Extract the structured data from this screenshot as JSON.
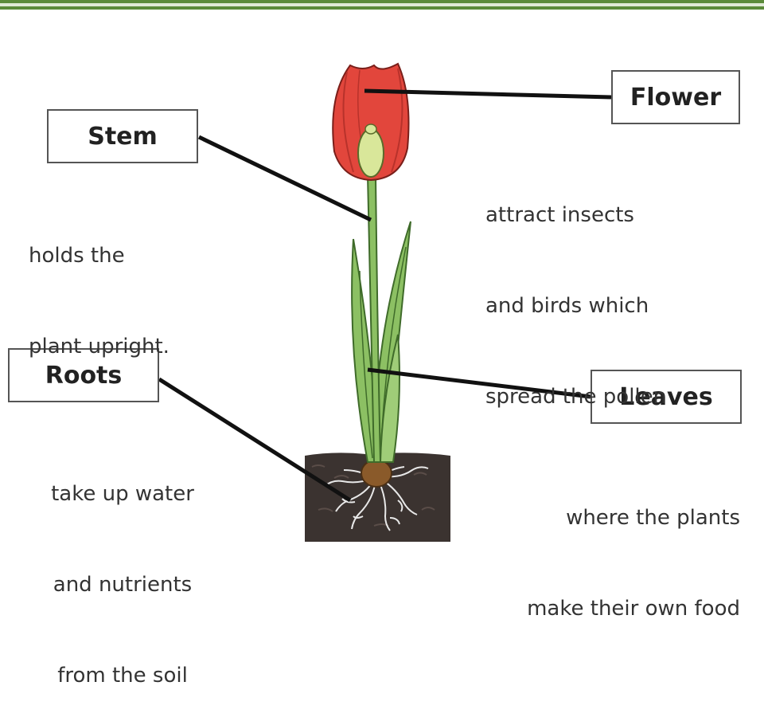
{
  "parts": [
    {
      "id": "flower",
      "label": "Flower",
      "description": [
        "attract insects",
        "and birds which",
        "spread the pollen"
      ]
    },
    {
      "id": "stem",
      "label": "Stem",
      "description": [
        "holds the",
        "plant upright."
      ]
    },
    {
      "id": "roots",
      "label": "Roots",
      "description": [
        "take up water",
        "and nutrients",
        "from the soil"
      ]
    },
    {
      "id": "leaves",
      "label": "Leaves",
      "description": [
        "where the plants",
        "make their own food"
      ]
    }
  ],
  "colors": {
    "border_band": "#5a8a3a",
    "petal": "#e2463c",
    "petal_dark": "#b8322b",
    "stem_leaf": "#8cc063",
    "leaf_outline": "#3f6b2a",
    "bulb": "#8a5a2a",
    "soil": "#3b3330",
    "pointer": "#111111"
  },
  "icons": [
    "tulip-plant-illustration",
    "soil-block"
  ]
}
